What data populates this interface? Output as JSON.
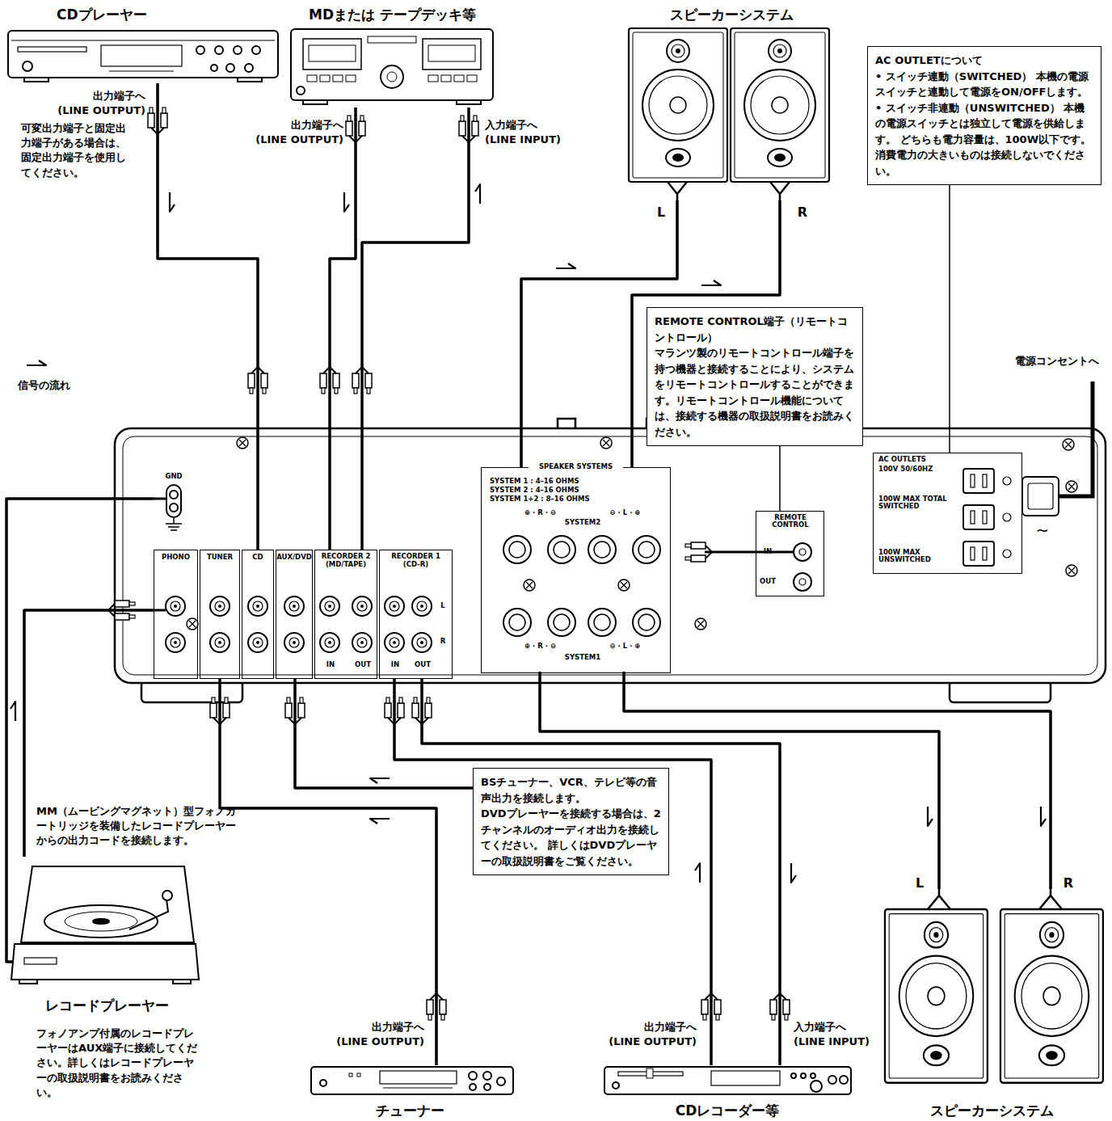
{
  "diagram": {
    "nodes": [
      {
        "text": [
          "CDプレーヤー"
        ]
      },
      {
        "text": [
          "MDまたは テープデッキ等"
        ]
      },
      {
        "text": [
          "スピーカーシステム"
        ]
      },
      {
        "text": [
          "REMOTE CONTROL端子（リモートコントロール）",
          "マランツ製のリモートコントロール端子を持つ機器と接続することにより、システムをリモートコントロールすることができます。リモートコントロール機能については、接続する機器の取扱説明書をお読みください。"
        ]
      },
      {
        "text": [
          "AC OUTLETについて",
          "• スイッチ連動（SWITCHED） 本機の電源スイッチと連動して電源をON/OFFします。",
          "• スイッチ非連動（UNSWITCHED） 本機の電源スイッチとは独立して電源を供給します。 どちらも電力容量は、100W以下です。消費電力の大きいものは接続しないでください。"
        ]
      },
      {
        "text": [
          "GND"
        ]
      },
      {
        "text": [
          "PHONO"
        ]
      },
      {
        "text": [
          "TUNER"
        ]
      },
      {
        "text": [
          "CD"
        ]
      },
      {
        "text": [
          "AUX/DVD"
        ]
      },
      {
        "text": [
          "RECORDER 2",
          "(MD/TAPE)",
          "IN",
          "OUT"
        ]
      },
      {
        "text": [
          "RECORDER 1",
          "(CD-R)",
          "IN",
          "OUT",
          "L",
          "R"
        ]
      },
      {
        "text": [
          "SPEAKER SYSTEMS",
          "SYSTEM 1 : 4–16 OHMS",
          "SYSTEM 2 : 4–16 OHMS",
          "SYSTEM 1+2 : 8–16 OHMS"
        ]
      },
      {
        "text": [
          "SYSTEM2",
          "⊕ · R · ⊖",
          "⊖ · L · ⊕"
        ],
        "in": 12
      },
      {
        "text": [
          "⊕ · R · ⊖",
          "⊖ · L · ⊕",
          "SYSTEM1"
        ],
        "in": 12
      },
      {
        "text": [
          "REMOTE CONTROL",
          "IN",
          "OUT"
        ]
      },
      {
        "text": [
          "AC OUTLETS",
          "100V 50/60HZ",
          "100W MAX TOTAL SWITCHED",
          "100W MAX UNSWITCHED"
        ]
      },
      {
        "text": [
          "レコードプレーヤー"
        ]
      },
      {
        "text": [
          "BSチューナー、VCR、テレビ等の音声出力を接続します。",
          "DVDプレーヤーを接続する場合は、2チャンネルのオーディオ出力を接続してください。 詳しくはDVDプレーヤーの取扱説明書をご覧ください。"
        ]
      },
      {
        "text": [
          "チューナー"
        ]
      },
      {
        "text": [
          "CDレコーダー等"
        ]
      },
      {
        "text": [
          "スピーカーシステム"
        ]
      }
    ],
    "edges": [
      {
        "from": 0,
        "to": 8,
        "arrow": "none"
      },
      {
        "from": 1,
        "to": 10,
        "arrow": "none"
      },
      {
        "from": 10,
        "to": 1,
        "arrow": "none"
      },
      {
        "from": 12,
        "to": 2,
        "arrow": "none"
      },
      {
        "from": 12,
        "to": 2,
        "arrow": "none"
      },
      {
        "from": 3,
        "to": 15,
        "arrow": "none"
      },
      {
        "from": 4,
        "to": 16,
        "arrow": "none"
      },
      {
        "from": 17,
        "to": 5,
        "arrow": "none"
      },
      {
        "from": 17,
        "to": 6,
        "arrow": "none"
      },
      {
        "from": 18,
        "to": 9,
        "arrow": "none"
      },
      {
        "from": 19,
        "to": 7,
        "arrow": "none"
      },
      {
        "from": 20,
        "to": 11,
        "arrow": "none"
      },
      {
        "from": 11,
        "to": 20,
        "arrow": "none"
      },
      {
        "from": 14,
        "to": 21,
        "arrow": "none"
      },
      {
        "from": 14,
        "to": 21,
        "arrow": "none"
      }
    ],
    "labels": [
      "出力端子へ",
      "(LINE OUTPUT)",
      "可変出力端子と固定出力端子がある場合は、固定出力端子を使用してください。",
      "出力端子へ",
      "(LINE OUTPUT)",
      "入力端子へ",
      "(LINE INPUT)",
      "L",
      "R",
      "信号の流れ",
      "電源コンセントへ",
      "~",
      "MM（ムービングマグネット）型フォノカートリッジを装備したレコードプレーヤーからの出力コードを接続します。",
      "フォノアンプ付属のレコードプレーヤーはAUX端子に接続してください。詳しくはレコードプレーヤーの取扱説明書をお読みください。",
      "出力端子へ",
      "(LINE OUTPUT)",
      "出力端子へ",
      "(LINE OUTPUT)",
      "入力端子へ",
      "(LINE INPUT)",
      "L",
      "R"
    ]
  }
}
